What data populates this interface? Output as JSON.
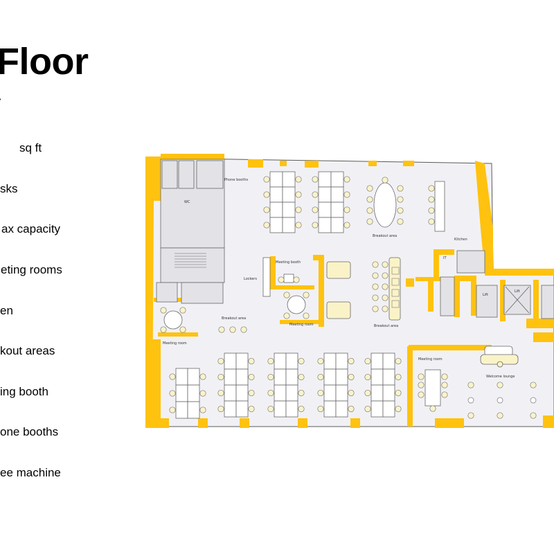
{
  "header": {
    "title": "l Floor",
    "subtitle": "our"
  },
  "features": [
    "sq ft",
    "sks",
    "ax capacity",
    "eting rooms",
    "en",
    "kout areas",
    "ing booth",
    "one booths",
    "ee machine"
  ],
  "plan": {
    "colors": {
      "wall": "#ffc20e",
      "floor": "#f1f1f5",
      "room": "#e3e3e7",
      "desk": "#ffffff",
      "chair": "#fbf3c8",
      "line": "#5a5a5a"
    },
    "labels": {
      "phone_booths": "Phone booths",
      "wc": "WC",
      "breakout_top": "Breakout area",
      "kitchen": "Kitchen",
      "it": "IT",
      "meeting_booth": "Meeting booth",
      "lockers": "Lockers",
      "meeting_room_center": "Meeting room",
      "breakout_center": "Breakout area",
      "breakout_left": "Breakout area",
      "lift_1": "Lift",
      "lift_2": "Lift",
      "meeting_room_left": "Meeting room",
      "meeting_room_right": "Meeting room",
      "welcome_lounge": "Welcome lounge"
    }
  }
}
